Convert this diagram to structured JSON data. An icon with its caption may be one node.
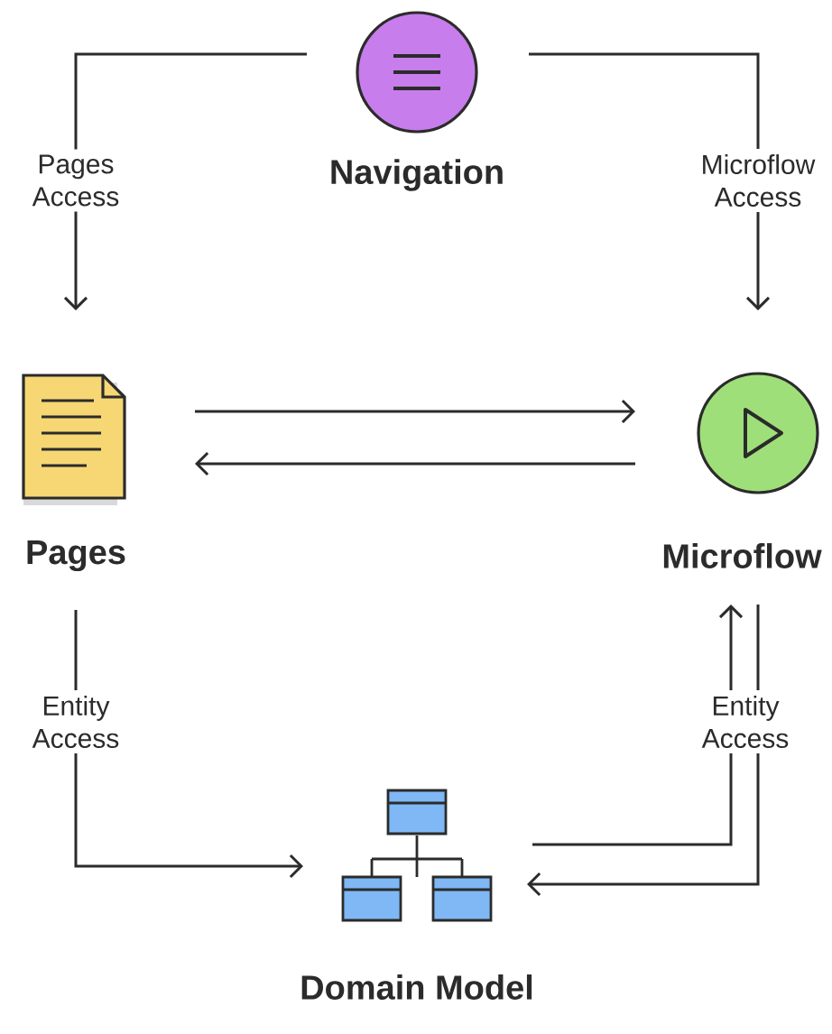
{
  "diagram": {
    "nodes": [
      {
        "text": [
          "Navigation"
        ]
      },
      {
        "text": [
          "Pages"
        ]
      },
      {
        "text": [
          "Microflow"
        ]
      },
      {
        "text": [
          "Domain Model"
        ]
      }
    ],
    "edges": [
      {
        "from": 0,
        "to": 1,
        "arrow": "to",
        "label": "Pages Access"
      },
      {
        "from": 0,
        "to": 2,
        "arrow": "to",
        "label": "Microflow Access"
      },
      {
        "from": 1,
        "to": 2,
        "arrow": "to"
      },
      {
        "from": 2,
        "to": 1,
        "arrow": "to"
      },
      {
        "from": 1,
        "to": 3,
        "arrow": "to",
        "label": "Entity Access"
      },
      {
        "from": 3,
        "to": 2,
        "arrow": "to"
      },
      {
        "from": 2,
        "to": 3,
        "arrow": "to",
        "label": "Entity Access"
      }
    ]
  }
}
